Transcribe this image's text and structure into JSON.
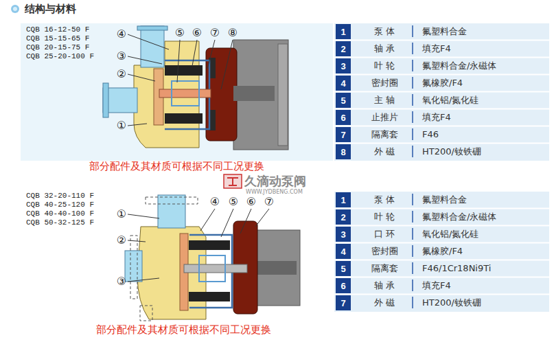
{
  "diagram": {
    "title": "结构与材料",
    "nodes": [
      {
        "text": [
          "1"
        ]
      },
      {
        "text": [
          "2"
        ]
      },
      {
        "text": [
          "3"
        ]
      },
      {
        "text": [
          "4"
        ]
      },
      {
        "text": [
          "5"
        ]
      },
      {
        "text": [
          "6"
        ]
      },
      {
        "text": [
          "7"
        ]
      },
      {
        "text": [
          "8"
        ]
      },
      {
        "text": [
          "1"
        ]
      },
      {
        "text": [
          "2"
        ]
      },
      {
        "text": [
          "3"
        ]
      },
      {
        "text": [
          "4"
        ]
      },
      {
        "text": [
          "5"
        ]
      },
      {
        "text": [
          "6"
        ]
      },
      {
        "text": [
          "7"
        ]
      }
    ],
    "labels": [
      "CQB 16-12-50 F",
      "CQB 15-15-65 F",
      "CQB 20-15-75 F",
      "CQB 25-20-100 F",
      "①",
      "②",
      "③",
      "④",
      "⑤",
      "⑥",
      "⑦",
      "⑧",
      "泵 体",
      "氟塑料合金",
      "轴 承",
      "填充F4",
      "叶 轮",
      "氟塑料合金/永磁体",
      "密封圈",
      "氟橡胶/F4",
      "主 轴",
      "氧化铝/氮化硅",
      "止推片",
      "填充F4",
      "隔离套",
      "F46",
      "外 磁",
      "HT200/钕铁硼",
      "部分配件及其材质可根据不同工况更换",
      "久滴动泵阀",
      "WWW.JYDBENG.COM",
      "CQB 32-20-110 F",
      "CQB 40-25-120 F",
      "CQB 40-40-100 F",
      "CQB 50-32-125 F",
      "①",
      "②",
      "③",
      "④",
      "⑤",
      "⑥",
      "⑦",
      "泵 体",
      "氟塑料合金",
      "叶 轮",
      "氟塑料合金/永磁体",
      "口 环",
      "氧化铝/氮化硅",
      "密封圈",
      "氟橡胶/F4",
      "隔离套",
      "F46/1Cr18Ni9Ti",
      "轴 承",
      "填充F4",
      "外 磁",
      "HT200/钕铁硼",
      "部分配件及其材质可根据不同工况更换"
    ]
  }
}
